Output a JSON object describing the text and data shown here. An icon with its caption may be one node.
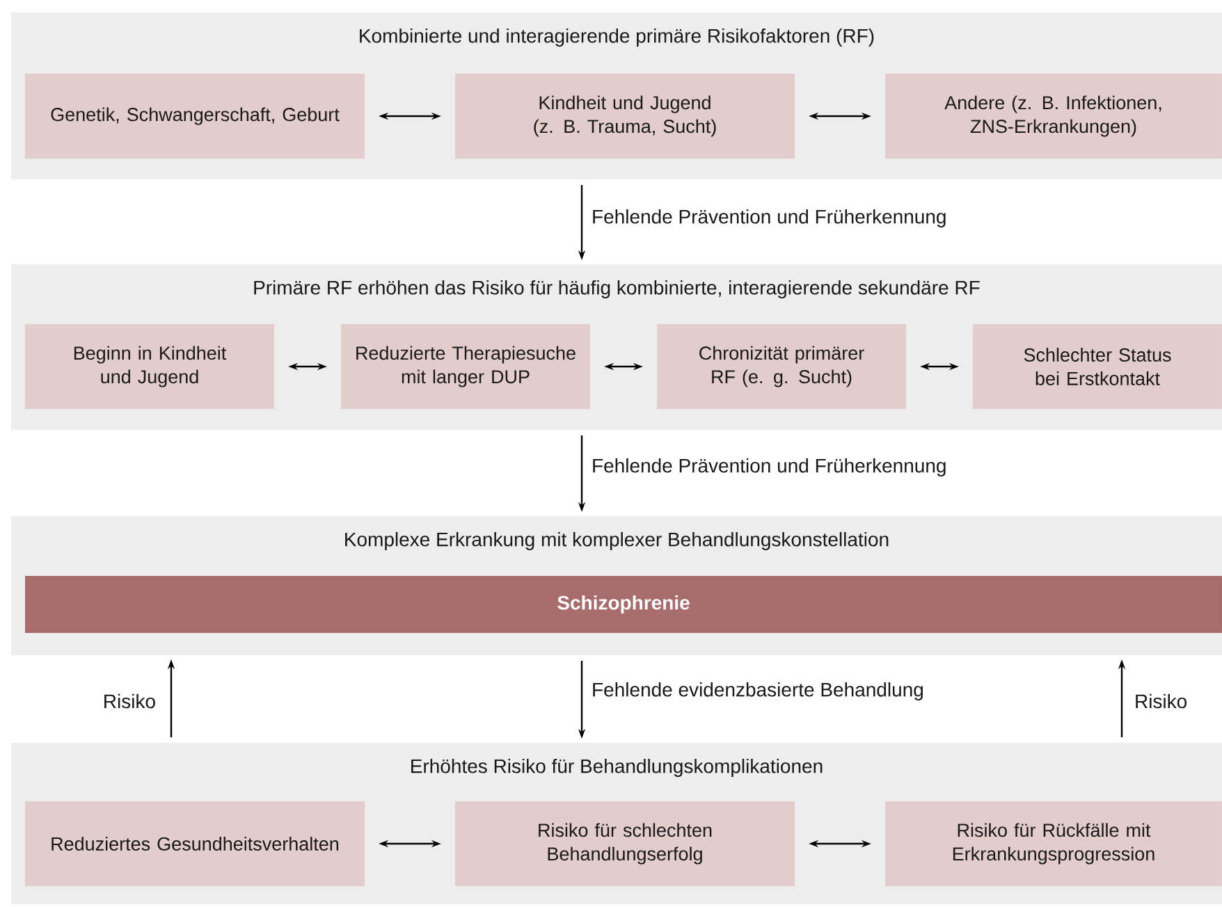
{
  "diagram": {
    "nodes": [
      {
        "text": [
          "Kombinierte und interagierende primäre Risikofaktoren (RF)"
        ]
      },
      {
        "text": [
          "Genetik, Schwangerschaft, Geburt"
        ],
        "in": 0
      },
      {
        "text": [
          "Kindheit und Jugend (z. B. Trauma, Sucht)"
        ],
        "in": 0
      },
      {
        "text": [
          "Andere (z. B. Infektionen, ZNS-Erkrankungen)"
        ],
        "in": 0
      },
      {
        "text": [
          "Primäre RF erhöhen das Risiko für häufig kombinierte, interagierende sekundäre RF"
        ]
      },
      {
        "text": [
          "Beginn in Kindheit und Jugend"
        ],
        "in": 4
      },
      {
        "text": [
          "Reduzierte Therapiesuche mit langer DUP"
        ],
        "in": 4
      },
      {
        "text": [
          "Chronizität primärer RF (e. g. Sucht)"
        ],
        "in": 4
      },
      {
        "text": [
          "Schlechter Status bei Erstkontakt"
        ],
        "in": 4
      },
      {
        "text": [
          "Komplexe Erkrankung mit komplexer Behandlungskonstellation"
        ]
      },
      {
        "text": [
          "Schizophrenie"
        ],
        "in": 9
      },
      {
        "text": [
          "Erhöhtes Risiko für Behandlungskomplikationen"
        ]
      },
      {
        "text": [
          "Reduziertes Gesundheitsverhalten"
        ],
        "in": 11
      },
      {
        "text": [
          "Risiko für schlechten Behandlungserfolg"
        ],
        "in": 11
      },
      {
        "text": [
          "Risiko für Rückfälle mit Erkrankungsprogression"
        ],
        "in": 11
      }
    ],
    "edges": [
      {
        "from": 1,
        "to": 2,
        "arrow": "both"
      },
      {
        "from": 2,
        "to": 3,
        "arrow": "both"
      },
      {
        "from": 0,
        "to": 4,
        "arrow": "to",
        "label": "Fehlende Prävention und Früherkennung"
      },
      {
        "from": 5,
        "to": 6,
        "arrow": "both"
      },
      {
        "from": 6,
        "to": 7,
        "arrow": "both"
      },
      {
        "from": 7,
        "to": 8,
        "arrow": "both"
      },
      {
        "from": 4,
        "to": 9,
        "arrow": "to",
        "label": "Fehlende Prävention und Früherkennung"
      },
      {
        "from": 9,
        "to": 11,
        "arrow": "to",
        "label": "Fehlende evidenzbasierte Behandlung"
      },
      {
        "from": 11,
        "to": 9,
        "arrow": "to",
        "label": "Risiko"
      },
      {
        "from": 11,
        "to": 9,
        "arrow": "to",
        "label": "Risiko"
      },
      {
        "from": 12,
        "to": 13,
        "arrow": "both"
      },
      {
        "from": 13,
        "to": 14,
        "arrow": "both"
      }
    ]
  }
}
